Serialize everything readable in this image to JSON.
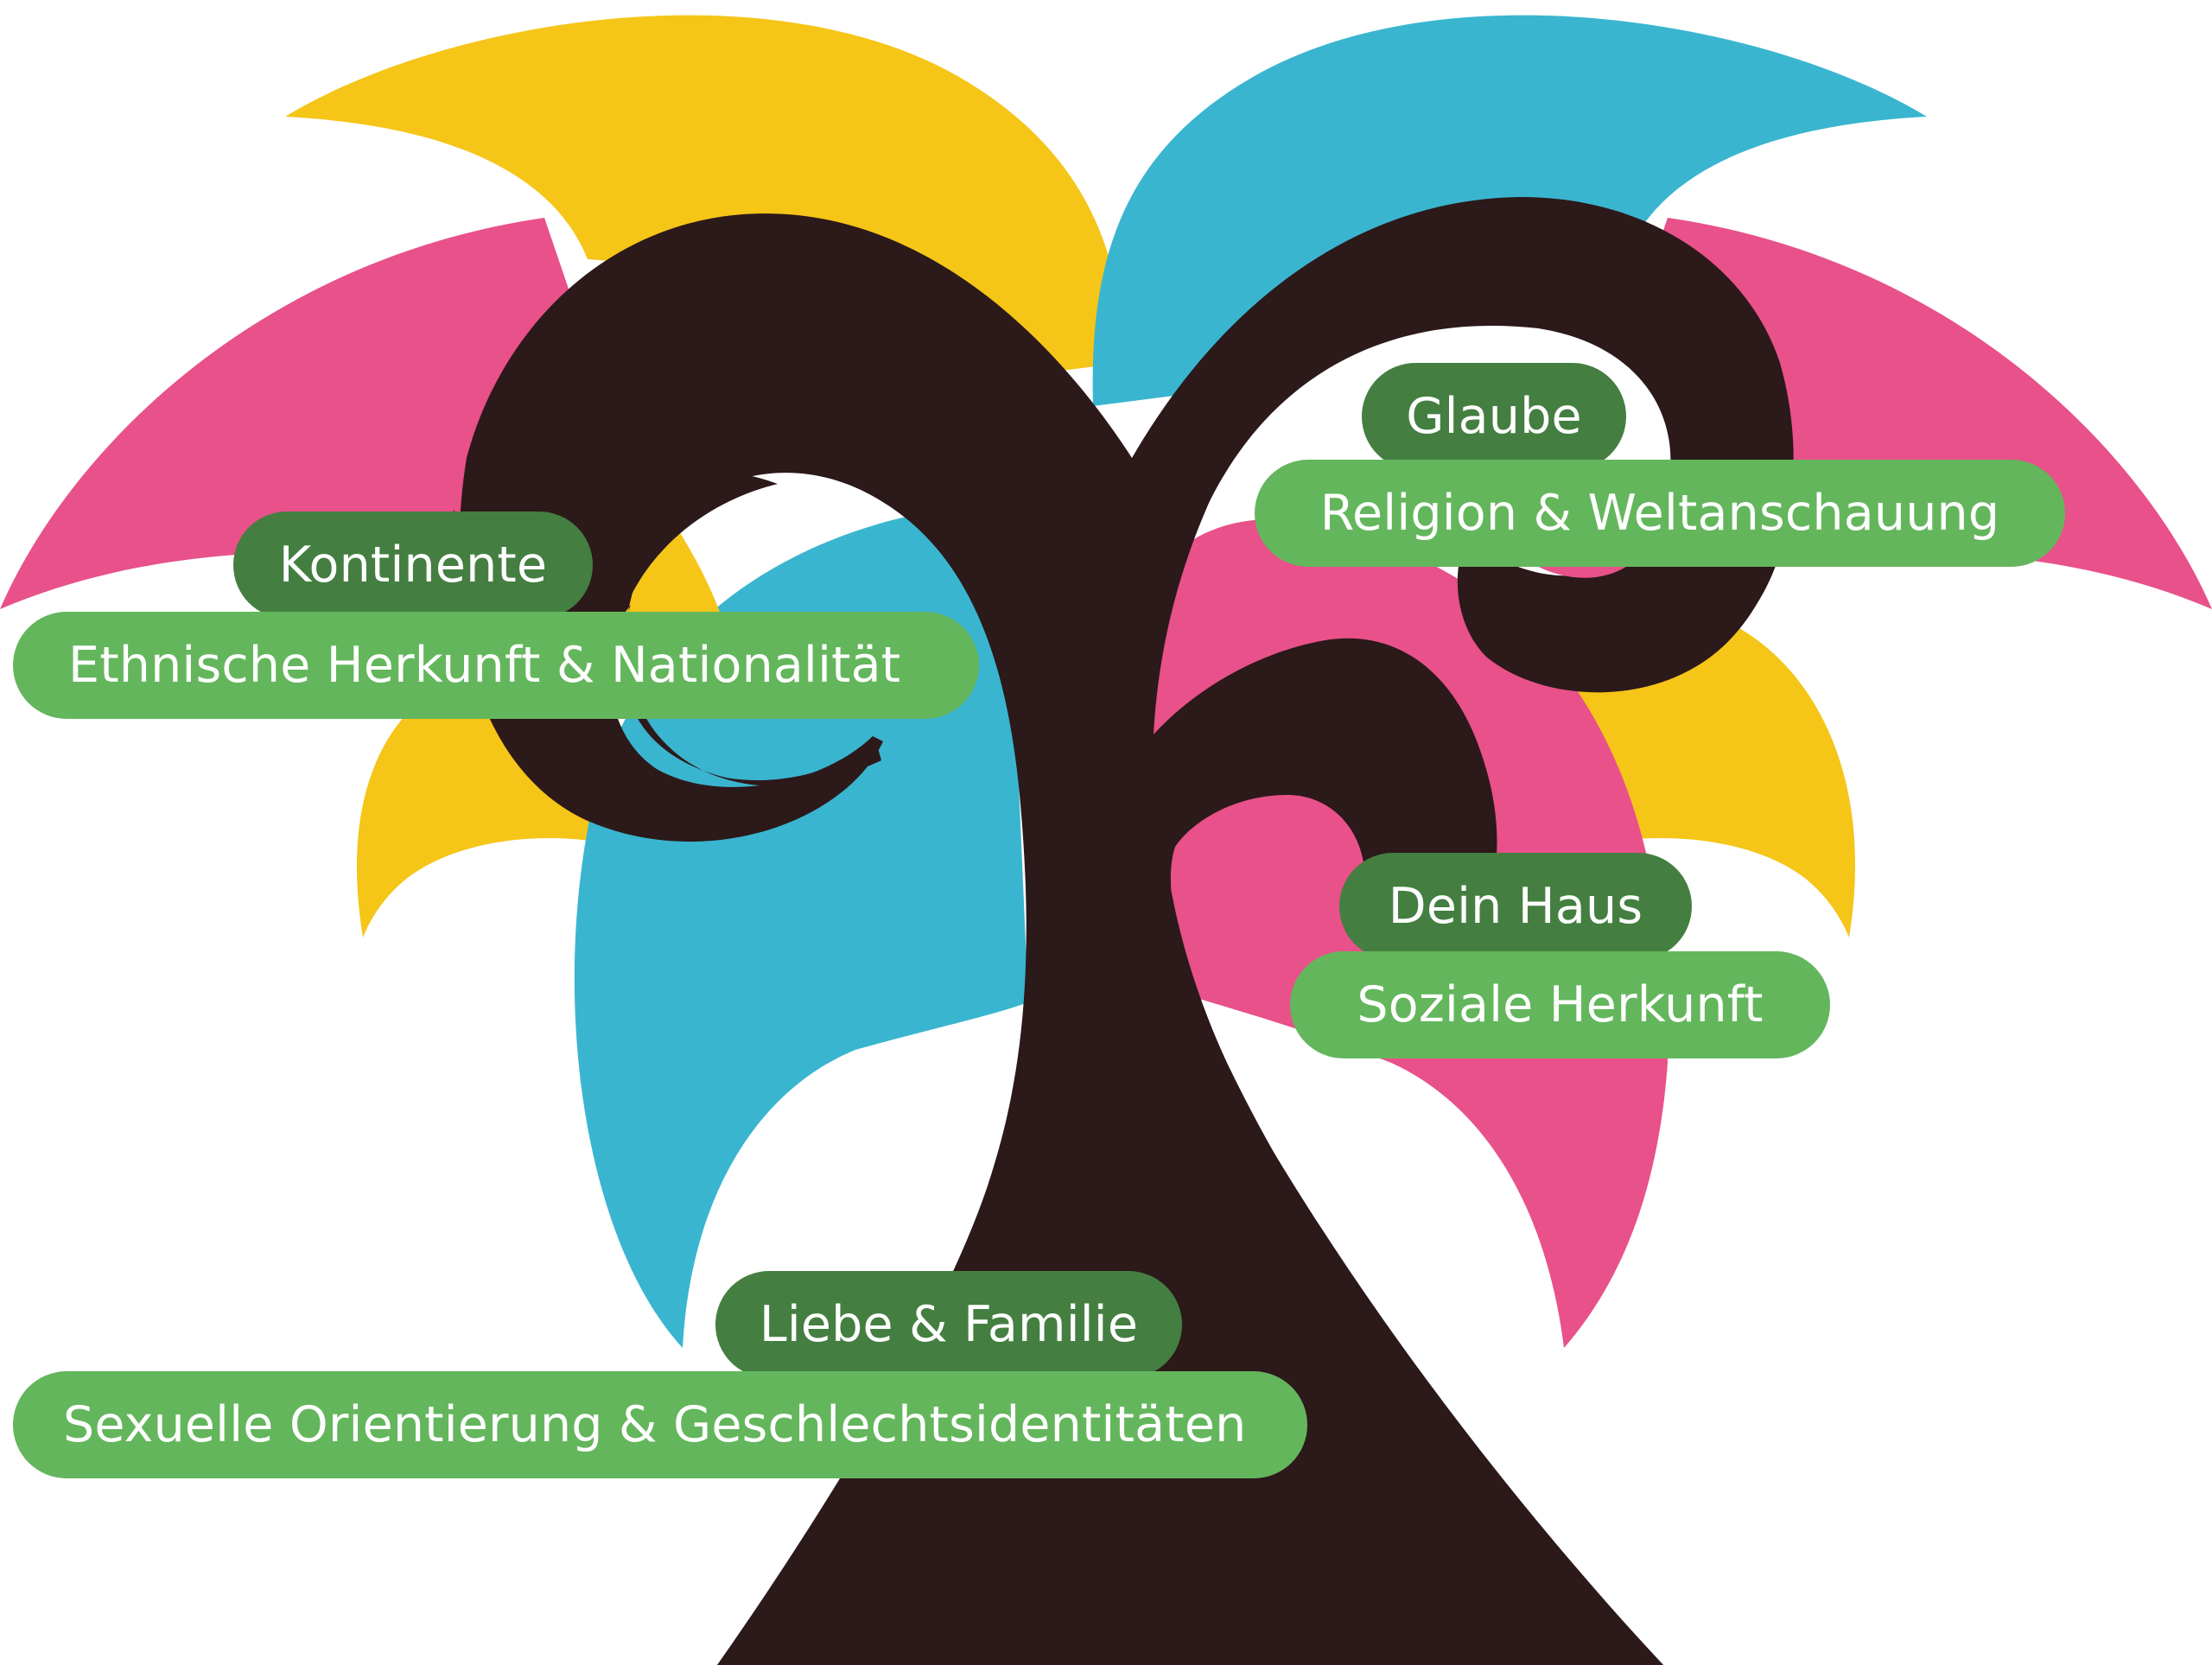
{
  "colors": {
    "background": "#ffffff",
    "trunk": "#2c191a",
    "leaf_yellow": "#f5c518",
    "leaf_pink": "#e8518a",
    "leaf_blue": "#3ab5d0",
    "label_dark_green": "#447f41",
    "label_light_green": "#64b65c",
    "label_text": "#ffffff"
  },
  "labels": {
    "kontinente": "Kontinente",
    "ethnische_herkunft": "Ethnische Herkunft & Nationalität",
    "glaube": "Glaube",
    "religion": "Religion & Weltanschauung",
    "dein_haus": "Dein Haus",
    "soziale_herkunft": "Soziale Herkunft",
    "liebe_familie": "Liebe & Familie",
    "sexuelle_orientierung": "Sexuelle Orientierung & Geschlechtsidentitäten"
  }
}
